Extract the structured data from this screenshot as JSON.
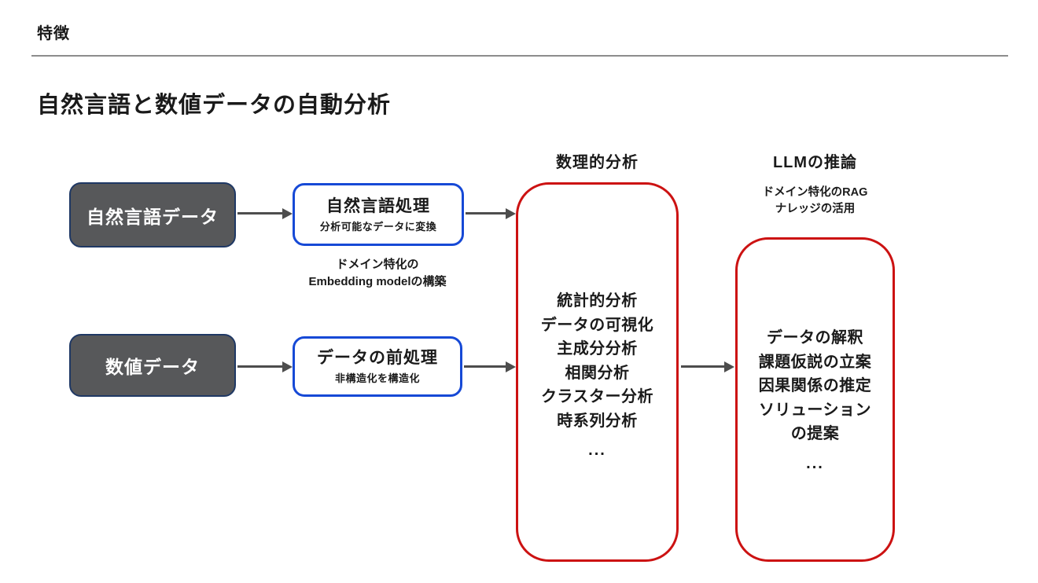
{
  "page": {
    "section_label": "特徴",
    "title": "自然言語と数値データの自動分析"
  },
  "flow": {
    "inputs": [
      {
        "label": "自然言語データ"
      },
      {
        "label": "数値データ"
      }
    ],
    "processors": [
      {
        "title": "自然言語処理",
        "subtitle": "分析可能なデータに変換",
        "note_line1": "ドメイン特化の",
        "note_line2": "Embedding modelの構築"
      },
      {
        "title": "データの前処理",
        "subtitle": "非構造化を構造化"
      }
    ],
    "analysis": {
      "header": "数理的分析",
      "items": [
        "統計的分析",
        "データの可視化",
        "主成分分析",
        "相関分析",
        "クラスター分析",
        "時系列分析"
      ],
      "ellipsis": "..."
    },
    "llm": {
      "header": "LLMの推論",
      "subtitle_line1": "ドメイン特化のRAG",
      "subtitle_line2": "ナレッジの活用",
      "items": [
        "データの解釈",
        "課題仮説の立案",
        "因果関係の推定",
        "ソリューション",
        "の提案"
      ],
      "ellipsis": "..."
    }
  },
  "colors": {
    "dark_box_fill": "#57585a",
    "dark_box_border": "#1f3864",
    "blue_border": "#1649d6",
    "red_border": "#cc1212",
    "arrow": "#4d4d4d",
    "divider": "#8c8c8c",
    "text": "#1a1a1a",
    "dark_box_text": "#ffffff"
  }
}
